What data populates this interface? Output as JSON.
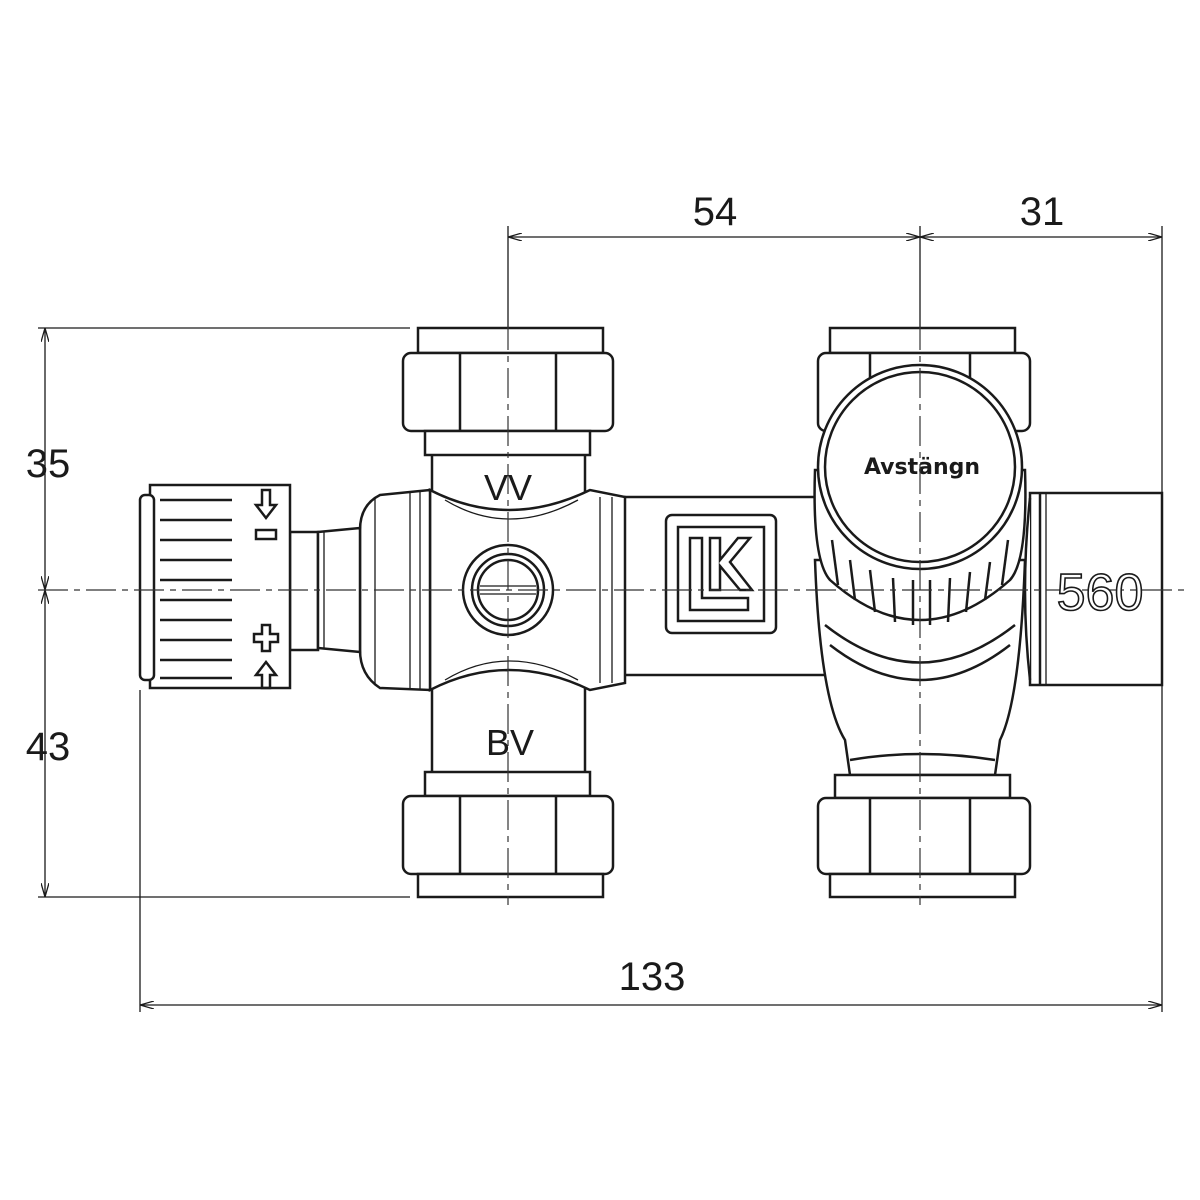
{
  "dimensions": {
    "top_left": "54",
    "top_right": "31",
    "left_upper": "35",
    "left_lower": "43",
    "bottom_total": "133"
  },
  "labels": {
    "upper_port": "VV",
    "lower_port": "BV",
    "shutoff_cap": "Avstängn",
    "model_number": "560",
    "logo": "LK",
    "knob_minus": "–",
    "knob_plus": "+"
  }
}
